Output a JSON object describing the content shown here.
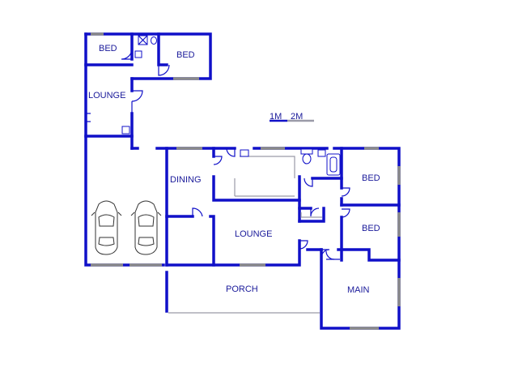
{
  "rooms": {
    "bed_top_left": "BED",
    "bed_top_right": "BED",
    "lounge_upper": "LOUNGE",
    "dining": "DINING",
    "lounge_main": "LOUNGE",
    "bed_right_upper": "BED",
    "bed_right_lower": "BED",
    "porch": "PORCH",
    "main": "MAIN"
  },
  "scale": {
    "mark_1": "1M",
    "mark_2": "2M"
  },
  "colors": {
    "wall": "#1010c8",
    "label": "#1a1a9a",
    "window": "#8a8a8a"
  }
}
